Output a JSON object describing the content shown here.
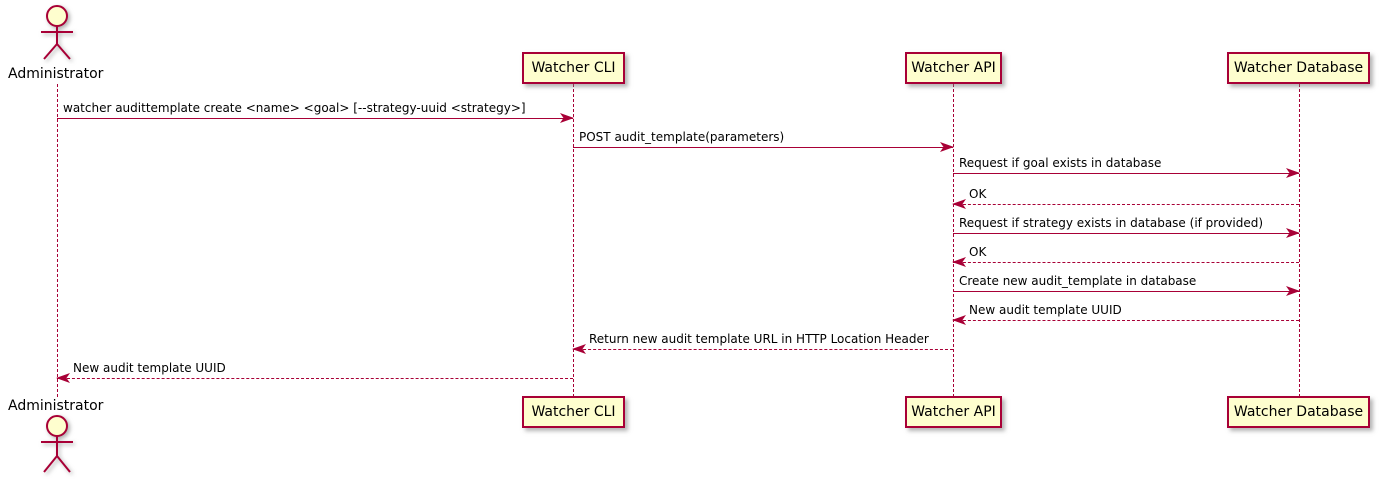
{
  "diagram": {
    "type": "sequence-diagram",
    "colors": {
      "accent": "#A80036",
      "participant_fill": "#FEFECE",
      "text": "#000000",
      "background": "#FFFFFF"
    },
    "actor": {
      "name": "Administrator"
    },
    "participants": [
      {
        "label": "Watcher CLI"
      },
      {
        "label": "Watcher API"
      },
      {
        "label": "Watcher Database"
      }
    ],
    "messages": [
      {
        "from": "Administrator",
        "to": "Watcher CLI",
        "style": "solid",
        "label": "watcher audittemplate create <name> <goal> [--strategy-uuid <strategy>]"
      },
      {
        "from": "Watcher CLI",
        "to": "Watcher API",
        "style": "solid",
        "label": "POST audit_template(parameters)"
      },
      {
        "from": "Watcher API",
        "to": "Watcher Database",
        "style": "solid",
        "label": "Request if goal exists in database"
      },
      {
        "from": "Watcher Database",
        "to": "Watcher API",
        "style": "dashed",
        "label": "OK"
      },
      {
        "from": "Watcher API",
        "to": "Watcher Database",
        "style": "solid",
        "label": "Request if strategy exists in database (if provided)"
      },
      {
        "from": "Watcher Database",
        "to": "Watcher API",
        "style": "dashed",
        "label": "OK"
      },
      {
        "from": "Watcher API",
        "to": "Watcher Database",
        "style": "solid",
        "label": "Create new audit_template in database"
      },
      {
        "from": "Watcher Database",
        "to": "Watcher API",
        "style": "dashed",
        "label": "New audit template UUID"
      },
      {
        "from": "Watcher API",
        "to": "Watcher CLI",
        "style": "dashed",
        "label": "Return new audit template URL in HTTP Location Header"
      },
      {
        "from": "Watcher CLI",
        "to": "Administrator",
        "style": "dashed",
        "label": "New audit template UUID"
      }
    ]
  }
}
